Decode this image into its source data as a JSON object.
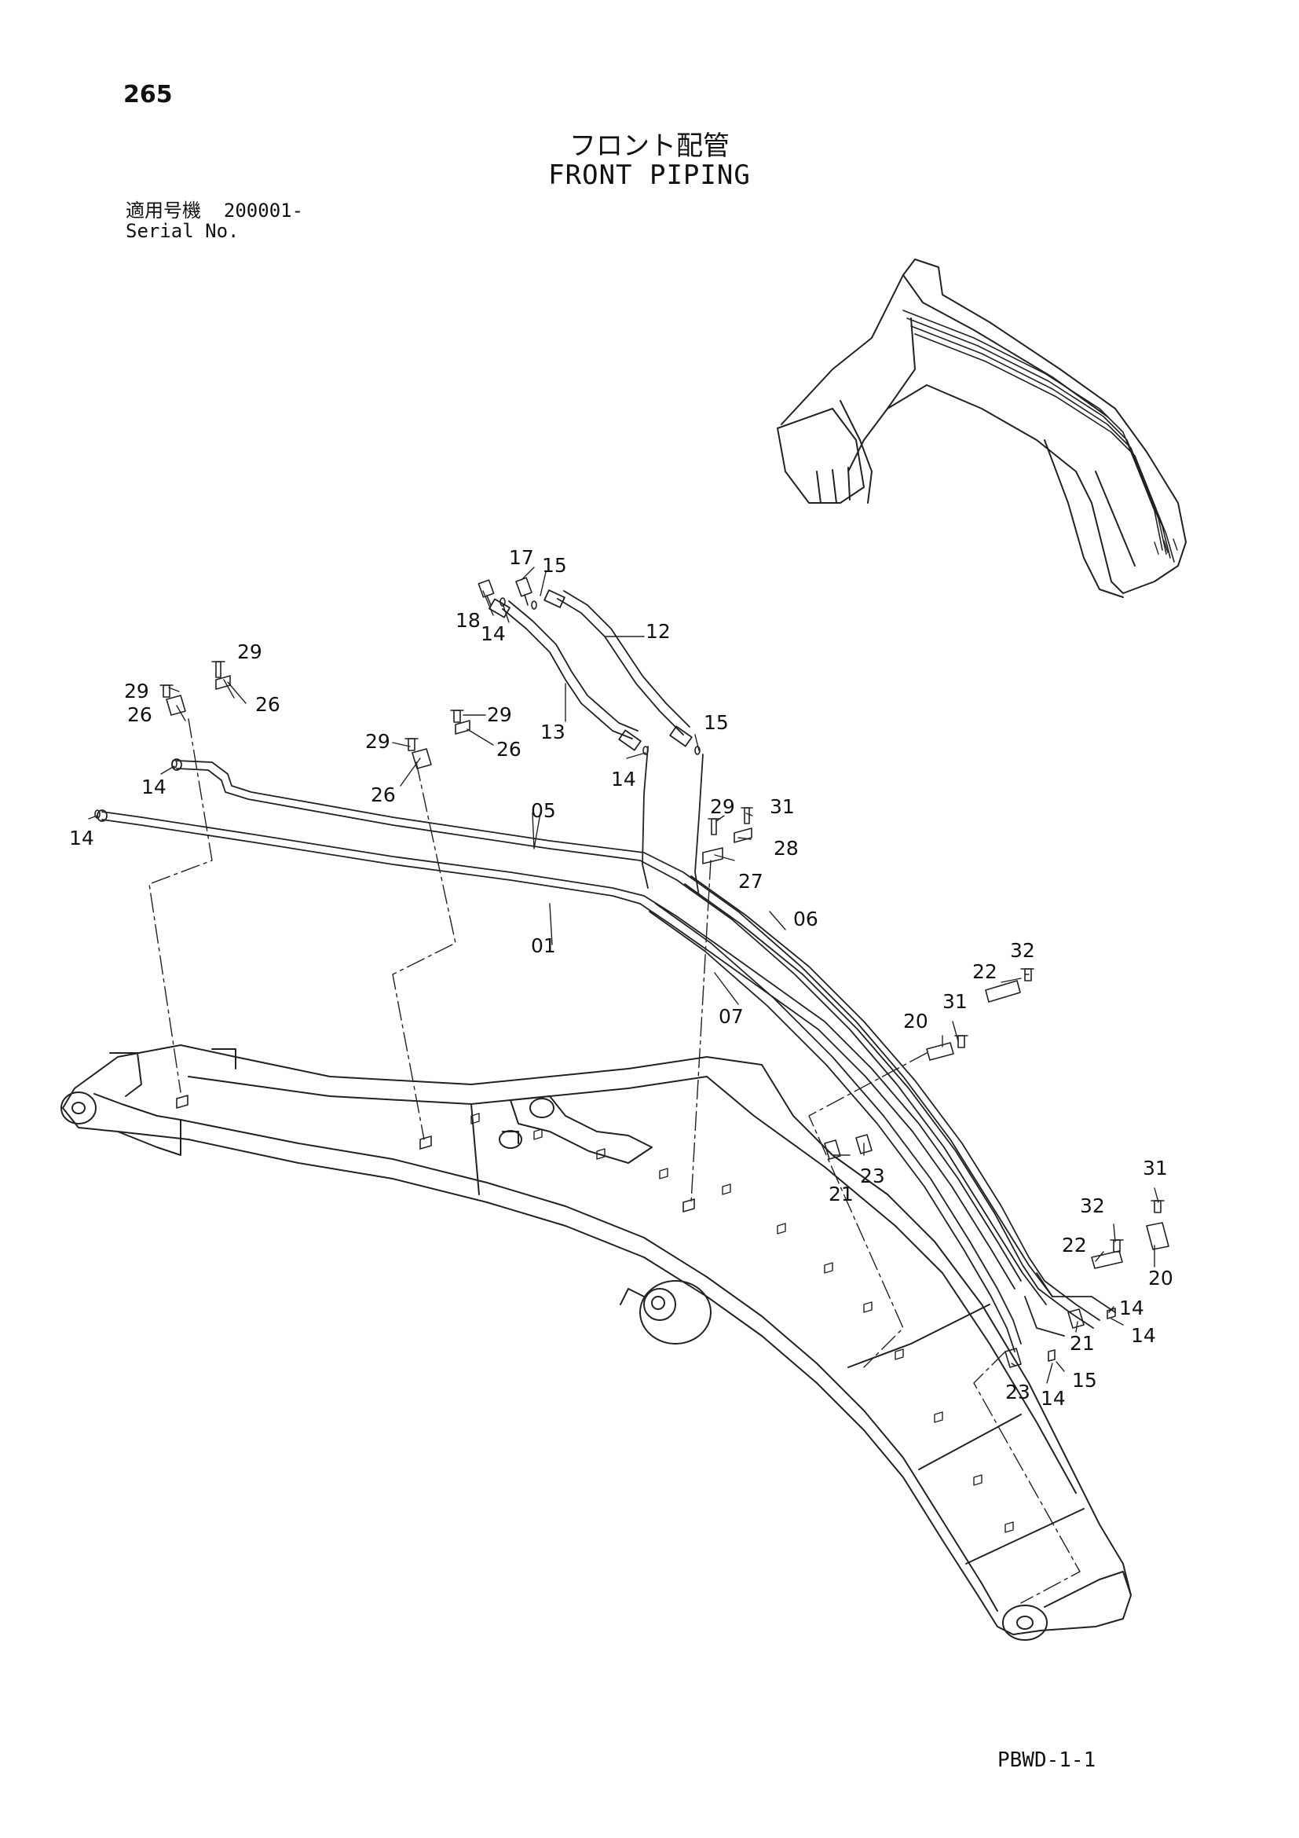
{
  "header": {
    "page_number": "265",
    "title_jp": "フロント配管",
    "title_en": "FRONT PIPING",
    "serial_label_jp": "適用号機",
    "serial_value": "200001-",
    "serial_label_en": "Serial No."
  },
  "footer": {
    "doc_code": "PBWD-1-1"
  },
  "callouts": [
    {
      "id": "c17a",
      "text": "17"
    },
    {
      "id": "c15a",
      "text": "15"
    },
    {
      "id": "c18",
      "text": "18"
    },
    {
      "id": "c14a",
      "text": "14"
    },
    {
      "id": "c12",
      "text": "12"
    },
    {
      "id": "c29a",
      "text": "29"
    },
    {
      "id": "c29b",
      "text": "29"
    },
    {
      "id": "c26a",
      "text": "26"
    },
    {
      "id": "c26b",
      "text": "26"
    },
    {
      "id": "c29c",
      "text": "29"
    },
    {
      "id": "c29d",
      "text": "29"
    },
    {
      "id": "c26c",
      "text": "26"
    },
    {
      "id": "c26d",
      "text": "26"
    },
    {
      "id": "c13",
      "text": "13"
    },
    {
      "id": "c15b",
      "text": "15"
    },
    {
      "id": "c14b",
      "text": "14"
    },
    {
      "id": "c14c",
      "text": "14"
    },
    {
      "id": "c14d",
      "text": "14"
    },
    {
      "id": "c05",
      "text": "05"
    },
    {
      "id": "c29e",
      "text": "29"
    },
    {
      "id": "c31a",
      "text": "31"
    },
    {
      "id": "c28",
      "text": "28"
    },
    {
      "id": "c27",
      "text": "27"
    },
    {
      "id": "c01",
      "text": "01"
    },
    {
      "id": "c06",
      "text": "06"
    },
    {
      "id": "c07",
      "text": "07"
    },
    {
      "id": "c22a",
      "text": "22"
    },
    {
      "id": "c32a",
      "text": "32"
    },
    {
      "id": "c31b",
      "text": "31"
    },
    {
      "id": "c20a",
      "text": "20"
    },
    {
      "id": "c21a",
      "text": "21"
    },
    {
      "id": "c23a",
      "text": "23"
    },
    {
      "id": "c31c",
      "text": "31"
    },
    {
      "id": "c32b",
      "text": "32"
    },
    {
      "id": "c22b",
      "text": "22"
    },
    {
      "id": "c20b",
      "text": "20"
    },
    {
      "id": "c14e",
      "text": "14"
    },
    {
      "id": "c14f",
      "text": "14"
    },
    {
      "id": "c21b",
      "text": "21"
    },
    {
      "id": "c23b",
      "text": "23"
    },
    {
      "id": "c14g",
      "text": "14"
    },
    {
      "id": "c15c",
      "text": "15"
    }
  ]
}
